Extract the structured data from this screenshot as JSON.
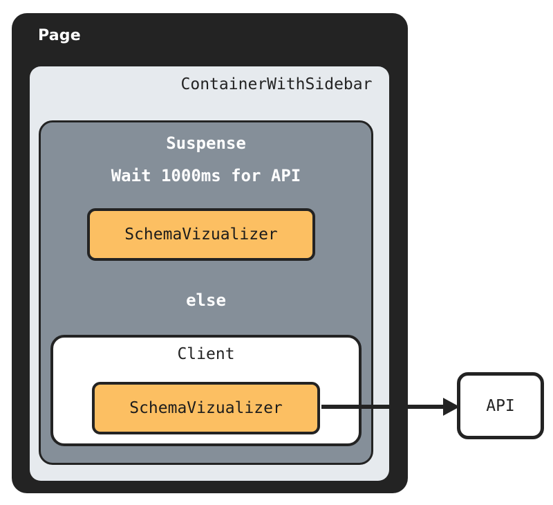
{
  "diagram": {
    "type": "nested-architecture-flow",
    "background": "#ffffff",
    "nodes": {
      "page": {
        "label": "Page",
        "fill": "#232323",
        "text_color": "#ffffff"
      },
      "container": {
        "label": "ContainerWithSidebar",
        "fill": "#e6eaee",
        "text_color": "#232323"
      },
      "suspense": {
        "label": "Suspense",
        "sublabel": "Wait 1000ms for API",
        "else_label": "else",
        "fill": "#858f99",
        "text_color": "#ffffff",
        "border": "#232323"
      },
      "schema_vizualizer_fallback": {
        "label": "SchemaVizualizer",
        "fill": "#fcbf62",
        "border": "#232323",
        "text_color": "#1c1c1c"
      },
      "client": {
        "label": "Client",
        "fill": "#ffffff",
        "border": "#232323",
        "text_color": "#232323"
      },
      "schema_vizualizer_client": {
        "label": "SchemaVizualizer",
        "fill": "#fcbf62",
        "border": "#232323",
        "text_color": "#1c1c1c"
      },
      "api": {
        "label": "API",
        "fill": "#ffffff",
        "border": "#232323",
        "text_color": "#232323"
      }
    },
    "edges": [
      {
        "from": "schema_vizualizer_client",
        "to": "api",
        "label": "",
        "style": "solid-arrow",
        "color": "#232323"
      }
    ]
  }
}
